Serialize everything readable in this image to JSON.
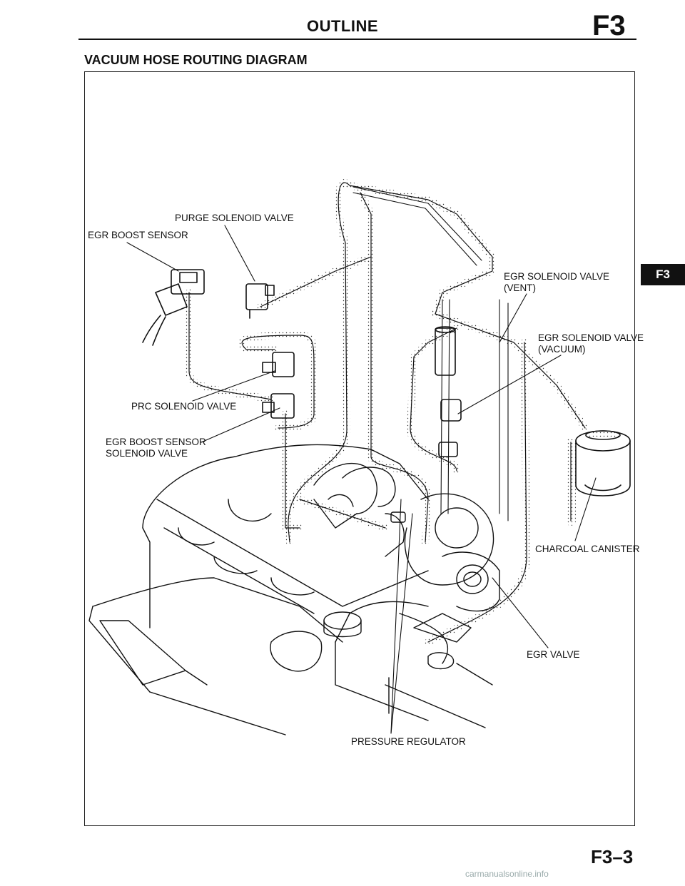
{
  "header": {
    "title": "OUTLINE",
    "code": "F3"
  },
  "section_title": "VACUUM HOSE ROUTING DIAGRAM",
  "side_tab": "F3",
  "page_number": "F3–3",
  "footer": "carmanualsonline.info",
  "labels": {
    "purge_solenoid_valve": "PURGE SOLENOID VALVE",
    "egr_boost_sensor": "EGR BOOST SENSOR",
    "egr_solenoid_valve_vent": "EGR SOLENOID VALVE\n(VENT)",
    "egr_solenoid_valve_vacuum": "EGR SOLENOID VALVE\n(VACUUM)",
    "prc_solenoid_valve": "PRC SOLENOID VALVE",
    "egr_boost_sensor_solenoid_valve": "EGR BOOST SENSOR\nSOLENOID VALVE",
    "charcoal_canister": "CHARCOAL CANISTER",
    "egr_valve": "EGR VALVE",
    "pressure_regulator": "PRESSURE REGULATOR"
  }
}
